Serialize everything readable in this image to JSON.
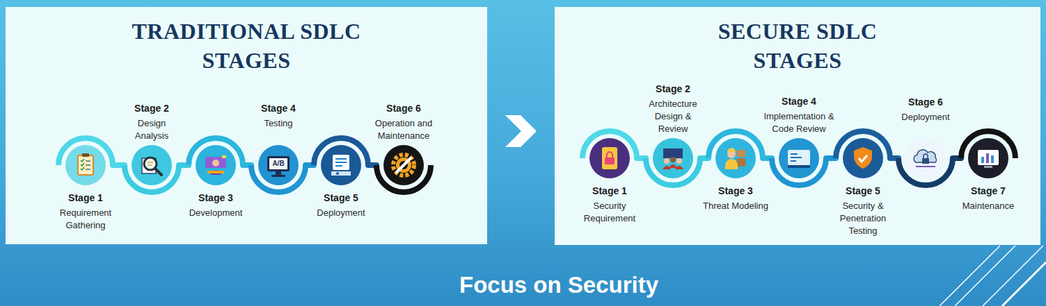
{
  "diagram": {
    "caption": "Focus on Security",
    "nodes": [
      {
        "text": [
          "TRADITIONAL SDLC STAGES"
        ]
      },
      {
        "text": [
          "Stage 1",
          "Requirement Gathering"
        ],
        "in": 0
      },
      {
        "text": [
          "Stage 2",
          "Design Analysis"
        ],
        "in": 0
      },
      {
        "text": [
          "Stage 3",
          "Development"
        ],
        "in": 0
      },
      {
        "text": [
          "Stage 4",
          "Testing"
        ],
        "in": 0
      },
      {
        "text": [
          "Stage 5",
          "Deployment"
        ],
        "in": 0
      },
      {
        "text": [
          "Stage 6",
          "Operation and Maintenance"
        ],
        "in": 0
      },
      {
        "text": [
          "SECURE SDLC STAGES"
        ]
      },
      {
        "text": [
          "Stage 1",
          "Security Requirement"
        ],
        "in": 7
      },
      {
        "text": [
          "Stage 2",
          "Architecture Design & Review"
        ],
        "in": 7
      },
      {
        "text": [
          "Stage 3",
          "Threat Modeling"
        ],
        "in": 7
      },
      {
        "text": [
          "Stage 4",
          "Implementation & Code Review"
        ],
        "in": 7
      },
      {
        "text": [
          "Stage 5",
          "Security & Penetration Testing"
        ],
        "in": 7
      },
      {
        "text": [
          "Stage 6",
          "Deployment"
        ],
        "in": 7
      },
      {
        "text": [
          "Stage 7",
          "Maintenance"
        ],
        "in": 7
      }
    ],
    "edges": [
      {
        "from": 1,
        "to": 2,
        "arrow": "none"
      },
      {
        "from": 2,
        "to": 3,
        "arrow": "none"
      },
      {
        "from": 3,
        "to": 4,
        "arrow": "none"
      },
      {
        "from": 4,
        "to": 5,
        "arrow": "none"
      },
      {
        "from": 5,
        "to": 6,
        "arrow": "none"
      },
      {
        "from": 8,
        "to": 9,
        "arrow": "none"
      },
      {
        "from": 9,
        "to": 10,
        "arrow": "none"
      },
      {
        "from": 10,
        "to": 11,
        "arrow": "none"
      },
      {
        "from": 11,
        "to": 12,
        "arrow": "none"
      },
      {
        "from": 12,
        "to": 13,
        "arrow": "none"
      },
      {
        "from": 13,
        "to": 14,
        "arrow": "none"
      }
    ],
    "labels": [
      "A/B"
    ]
  }
}
